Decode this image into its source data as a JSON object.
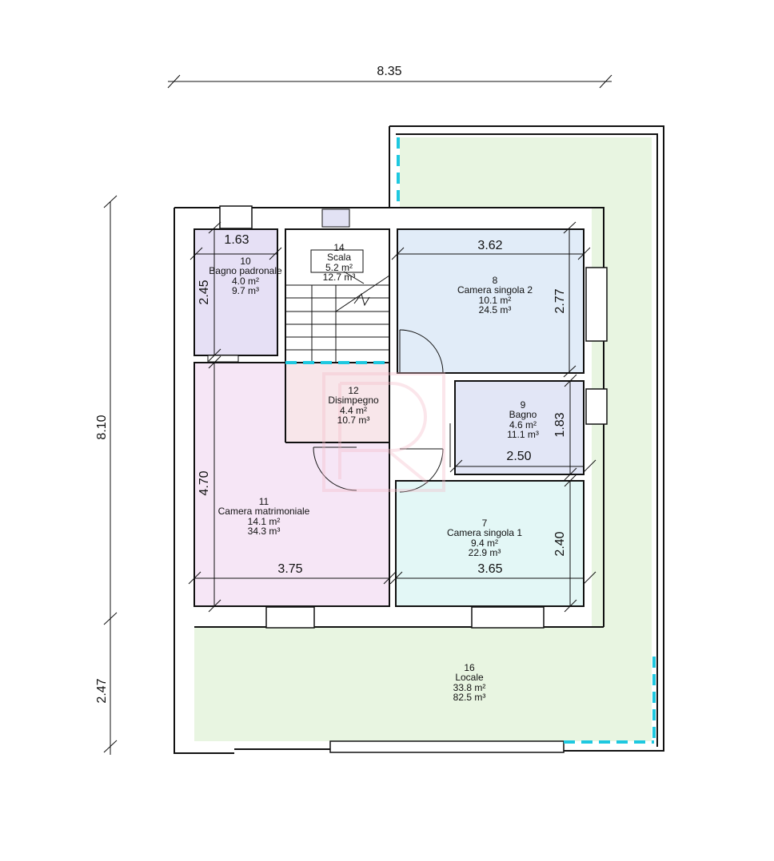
{
  "colors": {
    "terrace": "#e8f5e1",
    "bagno_padronale": "#e6e0f5",
    "camera_matrimoniale": "#f6e6f6",
    "camera_singola_2": "#e1ecf8",
    "bagno": "#e2e6f6",
    "camera_singola_1": "#e3f7f6",
    "disimpegno": "#f8e6ea",
    "door_line": "#1ec8e0"
  },
  "rooms": {
    "bagno_padronale": {
      "number": "10",
      "name": "Bagno padronale",
      "area": "4.0 m²",
      "volume": "9.7 m³"
    },
    "scala": {
      "number": "14",
      "name": "Scala",
      "area": "5.2 m²",
      "volume": "12.7 m³"
    },
    "camera_singola_2": {
      "number": "8",
      "name": "Camera singola 2",
      "area": "10.1 m²",
      "volume": "24.5 m³"
    },
    "disimpegno": {
      "number": "12",
      "name": "Disimpegno",
      "area": "4.4 m²",
      "volume": "10.7 m³"
    },
    "bagno": {
      "number": "9",
      "name": "Bagno",
      "area": "4.6 m²",
      "volume": "11.1 m³"
    },
    "camera_matrimoniale": {
      "number": "11",
      "name": "Camera matrimoniale",
      "area": "14.1 m²",
      "volume": "34.3 m³"
    },
    "camera_singola_1": {
      "number": "7",
      "name": "Camera singola 1",
      "area": "9.4 m²",
      "volume": "22.9 m³"
    },
    "locale": {
      "number": "16",
      "name": "Locale",
      "area": "33.8 m²",
      "volume": "82.5 m³"
    }
  },
  "dimensions": {
    "overall_width": "8.35",
    "overall_height": "8.10",
    "terrace_depth": "2.47",
    "bagno_padronale_width": "1.63",
    "bagno_padronale_height": "2.45",
    "camera_singola_2_width": "3.62",
    "camera_singola_2_height": "2.77",
    "bagno_width": "2.50",
    "bagno_height": "1.83",
    "camera_matrimoniale_height": "4.70",
    "camera_matrimoniale_width": "3.75",
    "camera_singola_1_width": "3.65",
    "camera_singola_1_height": "2.40"
  }
}
